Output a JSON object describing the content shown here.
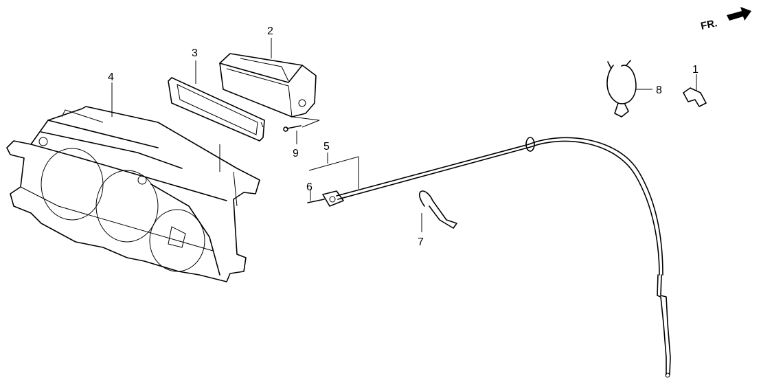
{
  "diagram": {
    "direction_marker": {
      "label": "FR.",
      "icon": "front-arrow-icon"
    },
    "callouts": [
      {
        "number": "1",
        "part": "clip"
      },
      {
        "number": "2",
        "part": "housing"
      },
      {
        "number": "3",
        "part": "bezel"
      },
      {
        "number": "4",
        "part": "instrument-cluster"
      },
      {
        "number": "5",
        "part": "cable"
      },
      {
        "number": "6",
        "part": "cable-end"
      },
      {
        "number": "7",
        "part": "wire-clip"
      },
      {
        "number": "8",
        "part": "band-clamp"
      },
      {
        "number": "9",
        "part": "screw"
      }
    ]
  }
}
